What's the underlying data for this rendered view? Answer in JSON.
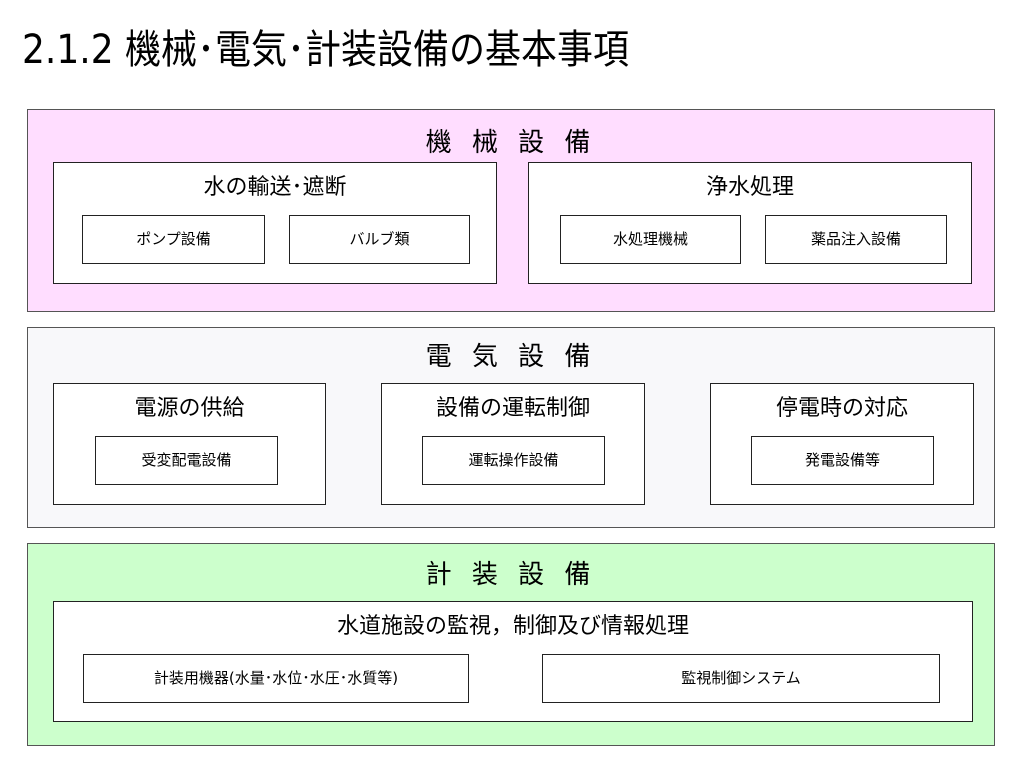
{
  "title": "2.1.2 機械･電気･計装設備の基本事項",
  "colors": {
    "mechanical_bg": "#ffddff",
    "electrical_bg": "#f8f8fa",
    "instrumentation_bg": "#ccffcc"
  },
  "mechanical": {
    "title": "機 械 設 備",
    "groups": [
      {
        "title": "水の輸送･遮断",
        "items": [
          "ポンプ設備",
          "バルブ類"
        ]
      },
      {
        "title": "浄水処理",
        "items": [
          "水処理機械",
          "薬品注入設備"
        ]
      }
    ]
  },
  "electrical": {
    "title": "電 気 設 備",
    "groups": [
      {
        "title": "電源の供給",
        "items": [
          "受変配電設備"
        ]
      },
      {
        "title": "設備の運転制御",
        "items": [
          "運転操作設備"
        ]
      },
      {
        "title": "停電時の対応",
        "items": [
          "発電設備等"
        ]
      }
    ]
  },
  "instrumentation": {
    "title": "計 装 設 備",
    "groups": [
      {
        "title": "水道施設の監視，制御及び情報処理",
        "items": [
          "計装用機器(水量･水位･水圧･水質等)",
          "監視制御システム"
        ]
      }
    ]
  }
}
